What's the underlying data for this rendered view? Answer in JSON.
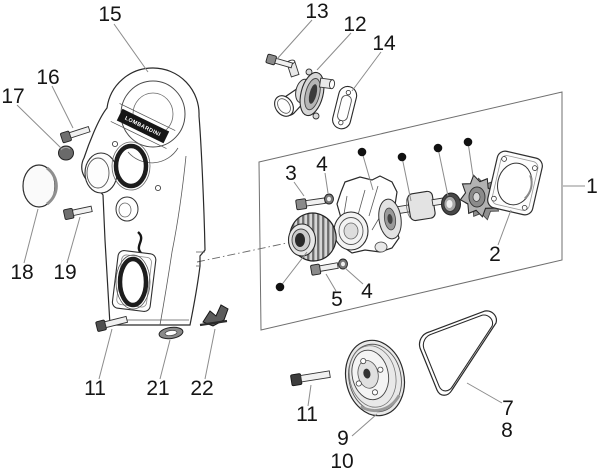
{
  "diagram": {
    "brand_text": "LOMBARDINI",
    "colors": {
      "background": "#ffffff",
      "part_line": "#2a2a2a",
      "leader_line": "#8c8c8c",
      "label_text": "#151515",
      "band_fill": "#161616",
      "fill_light": "#ececec",
      "fill_mid": "#c0c0c0",
      "fill_dark": "#555555"
    },
    "callouts": [
      {
        "label": "1"
      },
      {
        "label": "2"
      },
      {
        "label": "3"
      },
      {
        "label": "4"
      },
      {
        "label": "4"
      },
      {
        "label": "5"
      },
      {
        "label": "7"
      },
      {
        "label": "8"
      },
      {
        "label": "9"
      },
      {
        "label": "10"
      },
      {
        "label": "11"
      },
      {
        "label": "11"
      },
      {
        "label": "12"
      },
      {
        "label": "13"
      },
      {
        "label": "14"
      },
      {
        "label": "15"
      },
      {
        "label": "16"
      },
      {
        "label": "17"
      },
      {
        "label": "18"
      },
      {
        "label": "19"
      },
      {
        "label": "21"
      },
      {
        "label": "22"
      }
    ]
  }
}
